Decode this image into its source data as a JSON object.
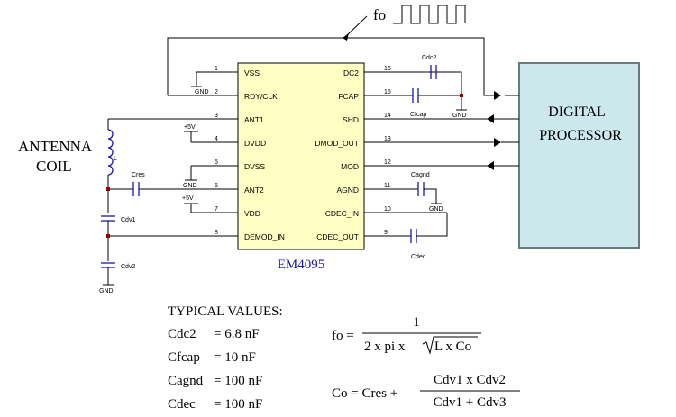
{
  "chip": {
    "name": "EM4095",
    "left_pins": [
      {
        "num": "1",
        "name": "VSS"
      },
      {
        "num": "2",
        "name": "RDY/CLK"
      },
      {
        "num": "3",
        "name": "ANT1"
      },
      {
        "num": "4",
        "name": "DVDD"
      },
      {
        "num": "5",
        "name": "DVSS"
      },
      {
        "num": "6",
        "name": "ANT2"
      },
      {
        "num": "7",
        "name": "VDD"
      },
      {
        "num": "8",
        "name": "DEMOD_IN"
      }
    ],
    "right_pins": [
      {
        "num": "16",
        "name": "DC2"
      },
      {
        "num": "15",
        "name": "FCAP"
      },
      {
        "num": "14",
        "name": "SHD"
      },
      {
        "num": "13",
        "name": "DMOD_OUT"
      },
      {
        "num": "12",
        "name": "MOD"
      },
      {
        "num": "11",
        "name": "AGND"
      },
      {
        "num": "10",
        "name": "CDEC_IN"
      },
      {
        "num": "9",
        "name": "CDEC_OUT"
      }
    ]
  },
  "processor": {
    "line1": "DIGITAL",
    "line2": "PROCESSOR",
    "fill": "#cce8ec"
  },
  "signal": {
    "label": "fo"
  },
  "antenna": {
    "line1": "ANTENNA",
    "line2": "COIL",
    "inductor": "L"
  },
  "components": {
    "cres": "Cres",
    "cdv1": "Cdv1",
    "cdv2": "Cdv2",
    "cdc2": "Cdc2",
    "cfcap": "Cfcap",
    "cagnd": "Cagnd",
    "cdec": "Cdec"
  },
  "supply": {
    "gnd": "GND",
    "vplus": "+5V"
  },
  "typical_values": {
    "heading": "TYPICAL VALUES:",
    "items": [
      {
        "name": "Cdc2",
        "value": "=  6.8 nF"
      },
      {
        "name": "Cfcap",
        "value": "= 10 nF"
      },
      {
        "name": "Cagnd",
        "value": "= 100 nF"
      },
      {
        "name": "Cdec",
        "value": "=  100 nF"
      }
    ]
  },
  "formulas": {
    "fo_lhs": "fo =",
    "fo_num": "1",
    "fo_den_prefix": "2 x pi x",
    "fo_den_radicand": "L x Co",
    "co_lhs": "Co = Cres +",
    "co_num": "Cdv1 x Cdv2",
    "co_den": "Cdv1 + Cdv3"
  },
  "colors": {
    "chip_fill": "#ffffc4",
    "cap_color": "#1a1aa8",
    "node": "#8b0000"
  }
}
